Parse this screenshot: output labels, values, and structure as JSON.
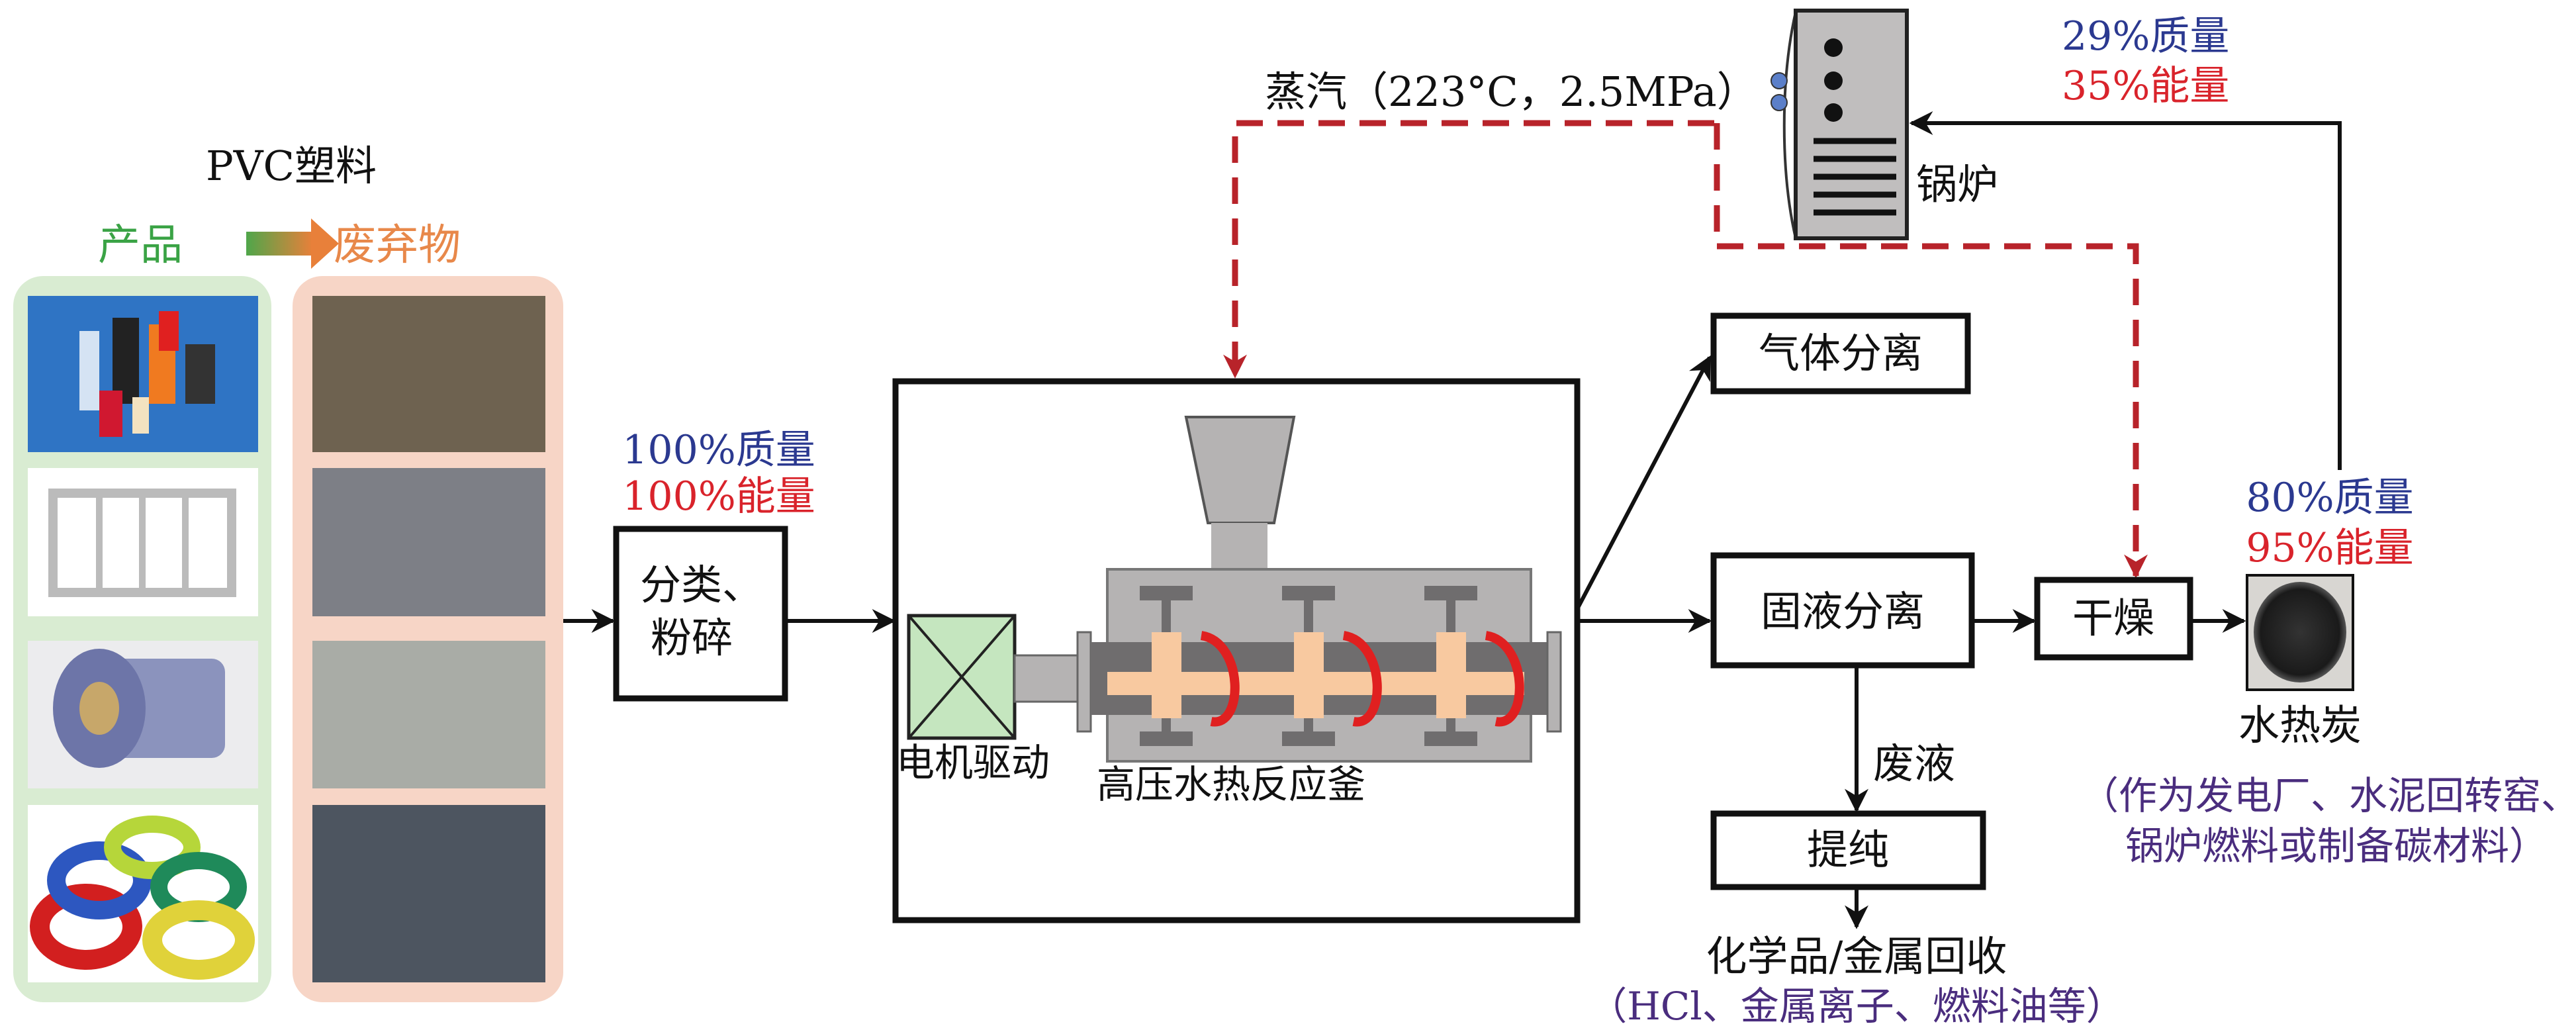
{
  "header": {
    "title": "PVC塑料",
    "product_label": "产品",
    "waste_label": "废弃物"
  },
  "colors": {
    "product": "#3aa345",
    "waste": "#e8884a",
    "mass": "#2b3990",
    "energy": "#d9232b",
    "steam": "#b8232a",
    "note": "#4a2d7e"
  },
  "input_stream": {
    "mass": "100%质量",
    "energy": "100%能量"
  },
  "steps": {
    "sorting": [
      "分类、",
      "粉碎"
    ],
    "motor": "电机驱动",
    "reactor": "高压水热反应釜",
    "gas": "气体分离",
    "solid_liquid": "固液分离",
    "drying": "干燥",
    "waste_liquid": "废液",
    "purify": "提纯",
    "chem_recovery": "化学品/金属回收",
    "chem_detail": "（HCl、金属离子、燃料油等）"
  },
  "steam": "蒸汽（223°C，2.5MPa）",
  "boiler": {
    "label": "锅炉",
    "mass": "29%质量",
    "energy": "35%能量"
  },
  "hydrochar": {
    "label": "水热炭",
    "mass": "80%质量",
    "energy": "95%能量",
    "use_line1": "（作为发电厂、水泥回转窑、",
    "use_line2": "锅炉燃料或制备碳材料）"
  }
}
